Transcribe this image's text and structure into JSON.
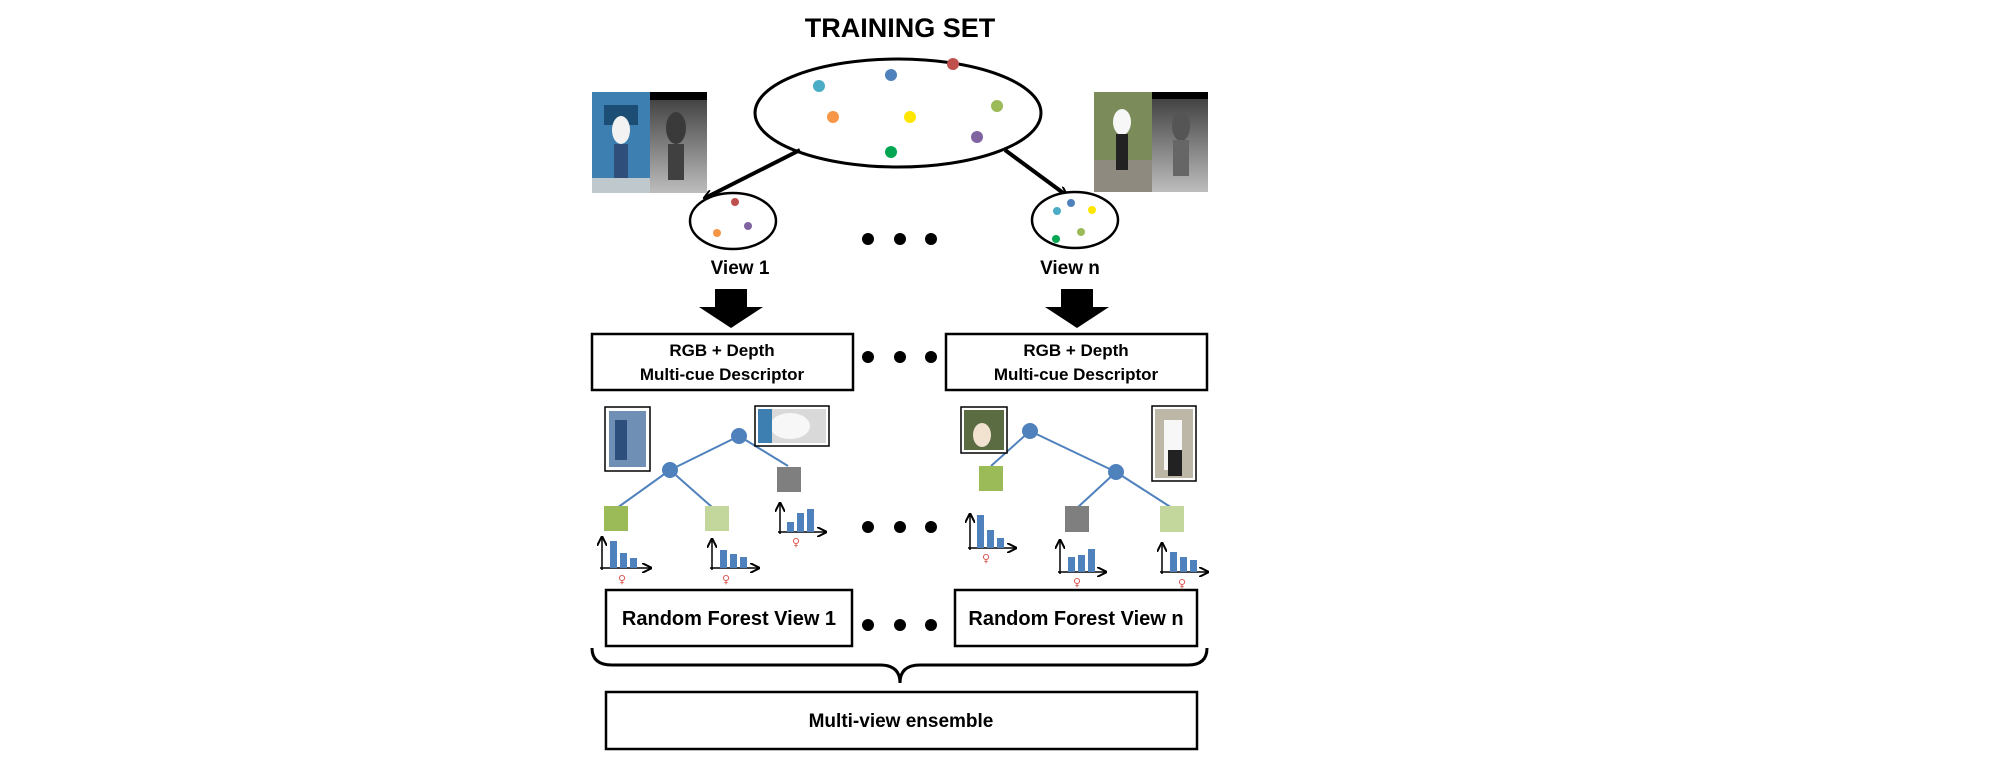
{
  "title": "TRAINING SET",
  "views": {
    "left_label": "View 1",
    "right_label": "View n"
  },
  "descriptor": {
    "line1": "RGB + Depth",
    "line2": "Multi-cue Descriptor"
  },
  "forests": {
    "left": "Random Forest View 1",
    "right": "Random Forest View n"
  },
  "ensemble": "Multi-view ensemble",
  "colors": {
    "tree_node": "#4f81bd",
    "leaf_green": "#9bbb59",
    "leaf_light_green": "#c3d69b",
    "leaf_gray": "#7f7f7f",
    "person_marker": "#d9534f",
    "dots": [
      "#4bacc6",
      "#4f81bd",
      "#c0504d",
      "#9bbb59",
      "#f79646",
      "#ffe600",
      "#8064a2",
      "#00a651"
    ]
  }
}
